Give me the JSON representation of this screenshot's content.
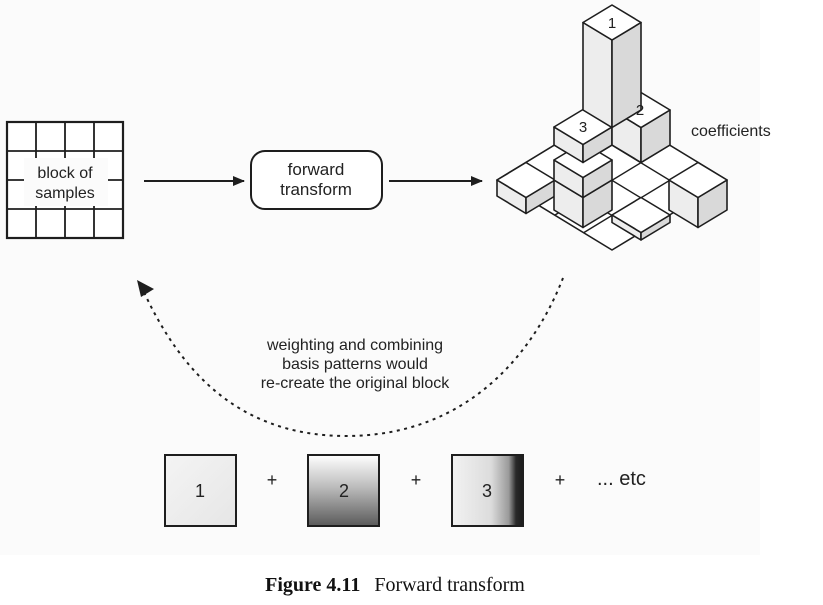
{
  "diagram": {
    "block_label_line1": "block of",
    "block_label_line2": "samples",
    "transform_label_line1": "forward",
    "transform_label_line2": "transform",
    "coefficients_label": "coefficients",
    "coef_tags": [
      "1",
      "2",
      "3"
    ],
    "note_line1": "weighting and combining",
    "note_line2": "basis patterns would",
    "note_line3": "re-create the original block",
    "basis_labels": [
      "1",
      "2",
      "3"
    ],
    "plus_sign": "+",
    "etc_label": "... etc"
  },
  "caption": {
    "number": "Figure 4.11",
    "title": "Forward transform"
  },
  "colors": {
    "stroke": "#1e1e1e",
    "panel_bg": "#fbfbfb",
    "cube_top": "#ffffff",
    "cube_left": "#ededed",
    "cube_right": "#d9d9d9"
  }
}
